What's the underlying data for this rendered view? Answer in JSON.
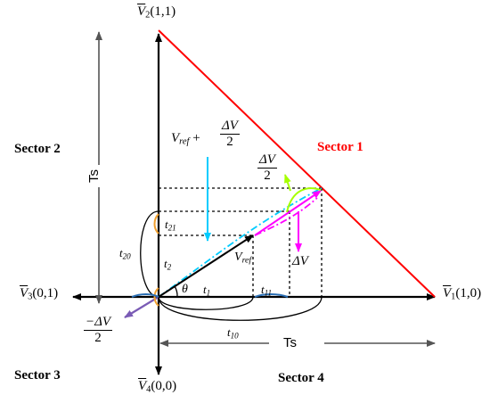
{
  "colors": {
    "sector1_line": "#ff0000",
    "vref_plus_arrow": "#00ccff",
    "delta_v_arrow": "#ff00ff",
    "delta_v_half_arrow": "#a6ff00",
    "neg_delta_arrow": "#7a5bb5",
    "bracket_orange": "#f0a030",
    "bracket_blue": "#2a6fb5"
  },
  "vectors": {
    "v2": {
      "name": "V",
      "sub": "2",
      "coord": "(1,1)"
    },
    "v3": {
      "name": "V",
      "sub": "3",
      "coord": "(0,1)"
    },
    "v1": {
      "name": "V",
      "sub": "1",
      "coord": "(1,0)"
    },
    "v4": {
      "name": "V",
      "sub": "4",
      "coord": "(0,0)"
    }
  },
  "sectors": {
    "s1": "Sector 1",
    "s2": "Sector 2",
    "s3": "Sector 3",
    "s4": "Sector 4"
  },
  "times": {
    "t21": {
      "base": "t",
      "sub": "21"
    },
    "t20": {
      "base": "t",
      "sub": "20"
    },
    "t2": {
      "base": "t",
      "sub": "2"
    },
    "t1": {
      "base": "t",
      "sub": "1"
    },
    "t11": {
      "base": "t",
      "sub": "11"
    },
    "t10": {
      "base": "t",
      "sub": "10"
    }
  },
  "ts_vertical": "Ts",
  "ts_horizontal": "Ts",
  "theta": "θ",
  "vref": {
    "base": "V",
    "sub": "ref"
  },
  "vref_plus": {
    "base": "V",
    "sub": "ref",
    "plus": "+",
    "num": "ΔV",
    "den": "2"
  },
  "delta_half": {
    "num": "ΔV",
    "den": "2"
  },
  "neg_delta_half": {
    "num": "−ΔV",
    "den": "2"
  },
  "delta_v": "ΔV"
}
